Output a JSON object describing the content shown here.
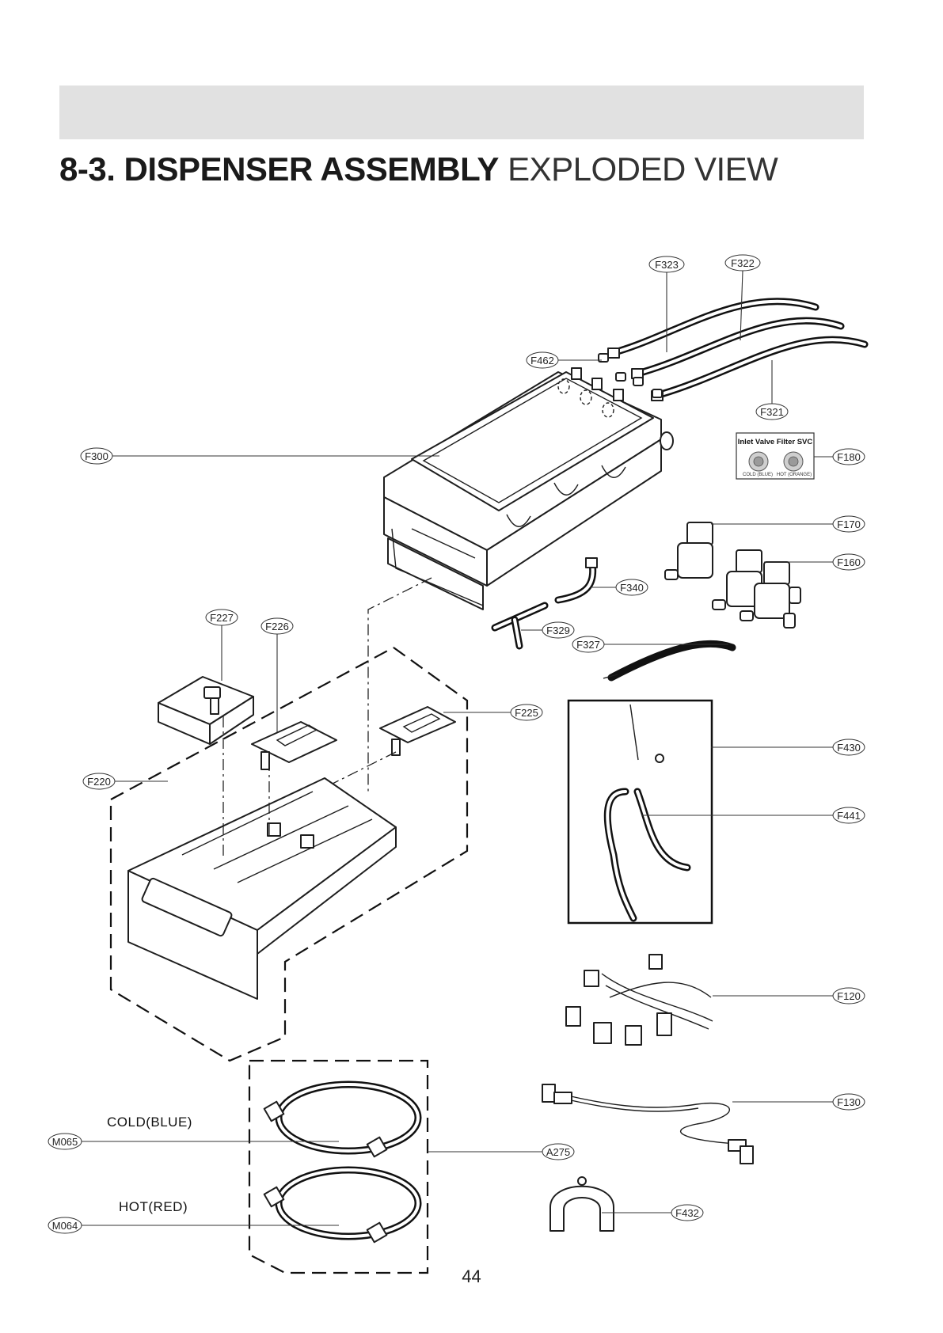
{
  "title": {
    "bold": "8-3. DISPENSER ASSEMBLY",
    "light": "EXPLODED VIEW"
  },
  "page_number": "44",
  "inset": {
    "title": "Inlet Valve Filter SVC",
    "cold": "COLD (BLUE)",
    "hot": "HOT (ORANGE)"
  },
  "side_labels": {
    "cold": "COLD(BLUE)",
    "hot": "HOT(RED)"
  },
  "parts": {
    "F323": "F323",
    "F322": "F322",
    "F462": "F462",
    "F321": "F321",
    "F300": "F300",
    "F180": "F180",
    "F170": "F170",
    "F160": "F160",
    "F340": "F340",
    "F329": "F329",
    "F327": "F327",
    "F227": "F227",
    "F226": "F226",
    "F225": "F225",
    "F430": "F430",
    "F220": "F220",
    "F441": "F441",
    "F120": "F120",
    "F130": "F130",
    "M065": "M065",
    "A275": "A275",
    "M064": "M064",
    "F432": "F432"
  }
}
